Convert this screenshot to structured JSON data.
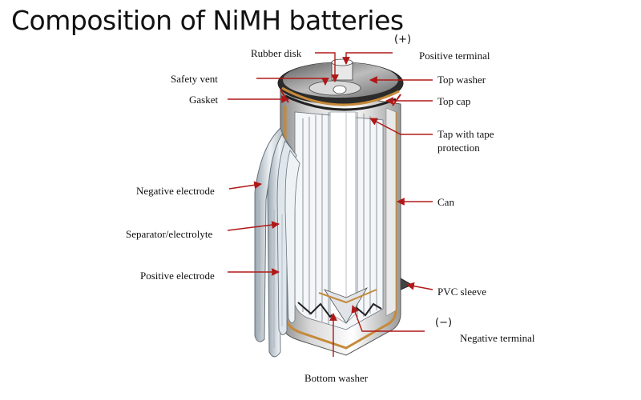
{
  "title": "Composition of NiMH batteries",
  "symbols": {
    "plus": "(+)",
    "minus": "(−)"
  },
  "labels": {
    "rubber_disk": "Rubber disk",
    "positive_terminal": "Positive terminal",
    "safety_vent": "Safety vent",
    "top_washer": "Top washer",
    "gasket": "Gasket",
    "top_cap": "Top cap",
    "tap_with_tape_line1": "Tap with tape",
    "tap_with_tape_line2": "protection",
    "negative_electrode": "Negative electrode",
    "can": "Can",
    "separator_electrolyte": "Separator/electrolyte",
    "positive_electrode": "Positive electrode",
    "pvc_sleeve": "PVC sleeve",
    "negative_terminal": "Negative terminal",
    "bottom_washer": "Bottom washer"
  },
  "colors": {
    "arrow": "#b01818",
    "can_copper": "#c58a3a",
    "sleeve": "#d0d0d0"
  }
}
